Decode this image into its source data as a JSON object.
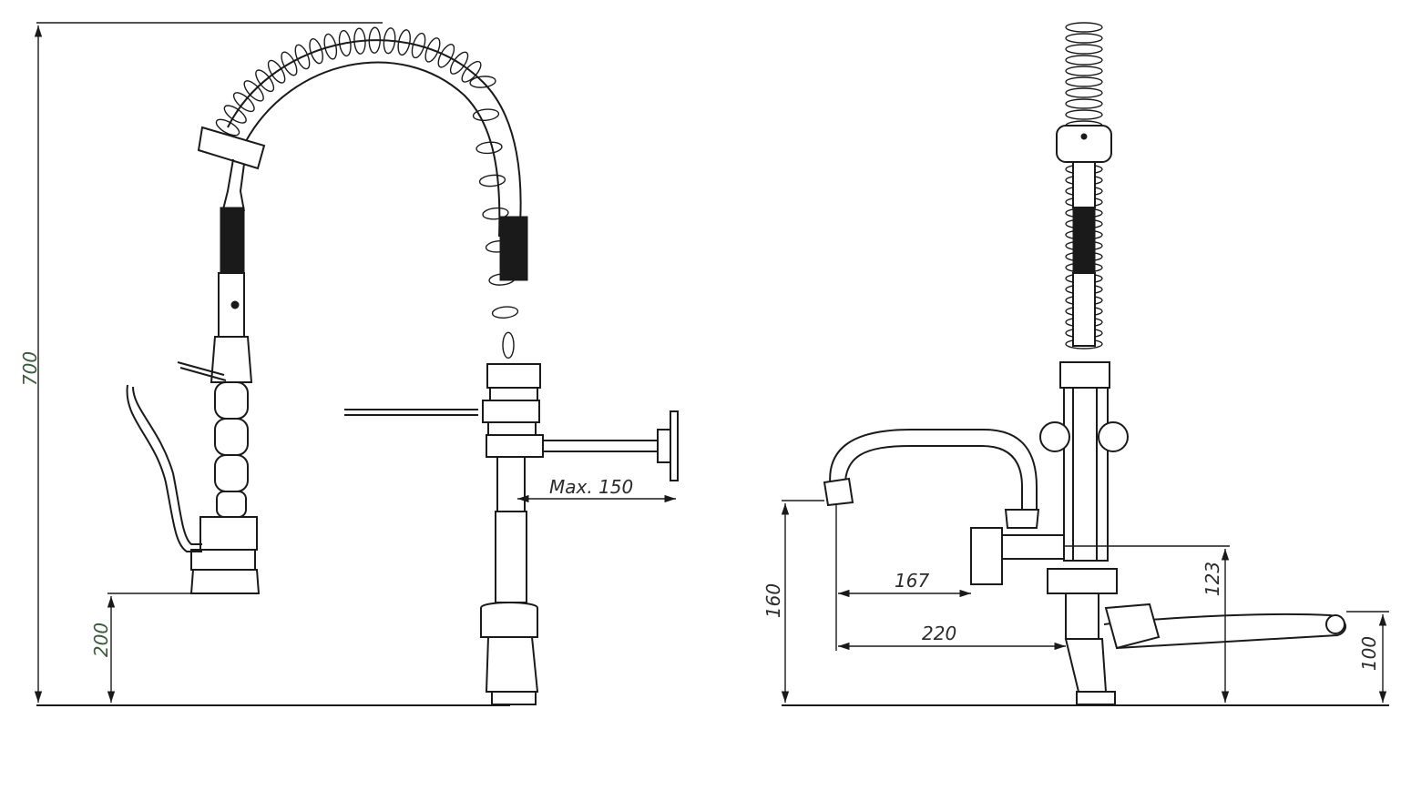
{
  "drawing": {
    "dimensions": {
      "total_height": "700",
      "mount_height": "200",
      "wall_bracket_max": "Max. 150",
      "spout_height": "160",
      "spout_reach_167": "167",
      "spout_reach_220": "220",
      "tap_height": "123",
      "lever_height": "100"
    }
  }
}
